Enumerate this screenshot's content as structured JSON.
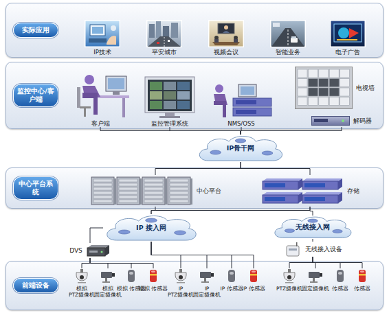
{
  "diagram": {
    "nodes": [
      {
        "text": [
          "实际应用"
        ]
      },
      {
        "text": [
          "IP技术"
        ],
        "in": 0
      },
      {
        "text": [
          "平安城市"
        ],
        "in": 0
      },
      {
        "text": [
          "视频会议"
        ],
        "in": 0
      },
      {
        "text": [
          "智能业务"
        ],
        "in": 0
      },
      {
        "text": [
          "电子广告"
        ],
        "in": 0
      },
      {
        "text": [
          "监控中心/客户端"
        ]
      },
      {
        "text": [
          "客户端"
        ],
        "in": 6
      },
      {
        "text": [
          "监控管理系统"
        ],
        "in": 6
      },
      {
        "text": [
          "NMS/OSS"
        ],
        "in": 6
      },
      {
        "text": [
          "电视墙"
        ],
        "in": 6
      },
      {
        "text": [
          "解码器"
        ],
        "in": 6
      },
      {
        "text": [
          "IP骨干网"
        ]
      },
      {
        "text": [
          "中心平台系统"
        ]
      },
      {
        "text": [
          "中心平台"
        ],
        "in": 13
      },
      {
        "text": [
          "存储"
        ],
        "in": 13
      },
      {
        "text": [
          "IP 接入网"
        ]
      },
      {
        "text": [
          "无线接入网"
        ]
      },
      {
        "text": [
          "DVS"
        ]
      },
      {
        "text": [
          "无线接入设备"
        ]
      },
      {
        "text": [
          "前端设备"
        ]
      },
      {
        "text": [
          "模拟 PTZ摄像机"
        ],
        "in": 20
      },
      {
        "text": [
          "模拟 固定摄像机"
        ],
        "in": 20
      },
      {
        "text": [
          "模拟 传感器"
        ],
        "in": 20
      },
      {
        "text": [
          "模拟 传感器"
        ],
        "in": 20
      },
      {
        "text": [
          "IP PTZ摄像机"
        ],
        "in": 20
      },
      {
        "text": [
          "IP 固定摄像机"
        ],
        "in": 20
      },
      {
        "text": [
          "IP 传感器"
        ],
        "in": 20
      },
      {
        "text": [
          "IP 传感器"
        ],
        "in": 20
      },
      {
        "text": [
          "PTZ摄像机"
        ],
        "in": 20
      },
      {
        "text": [
          "固定摄像机"
        ],
        "in": 20
      },
      {
        "text": [
          "传感器"
        ],
        "in": 20
      },
      {
        "text": [
          "传感器"
        ],
        "in": 20
      }
    ],
    "edges": [
      {
        "from": 7,
        "to": 12,
        "arrow": "none"
      },
      {
        "from": 8,
        "to": 12,
        "arrow": "none"
      },
      {
        "from": 9,
        "to": 12,
        "arrow": "none"
      },
      {
        "from": 11,
        "to": 12,
        "arrow": "none"
      },
      {
        "from": 12,
        "to": 14,
        "arrow": "none"
      },
      {
        "from": 12,
        "to": 15,
        "arrow": "none"
      },
      {
        "from": 14,
        "to": 16,
        "arrow": "none"
      },
      {
        "from": 15,
        "to": 16,
        "arrow": "none"
      },
      {
        "from": 15,
        "to": 17,
        "arrow": "none"
      },
      {
        "from": 16,
        "to": 18,
        "arrow": "none"
      },
      {
        "from": 16,
        "to": 25,
        "arrow": "none"
      },
      {
        "from": 16,
        "to": 26,
        "arrow": "none"
      },
      {
        "from": 16,
        "to": 27,
        "arrow": "none"
      },
      {
        "from": 16,
        "to": 28,
        "arrow": "none"
      },
      {
        "from": 18,
        "to": 21,
        "arrow": "none"
      },
      {
        "from": 18,
        "to": 22,
        "arrow": "none"
      },
      {
        "from": 18,
        "to": 23,
        "arrow": "none"
      },
      {
        "from": 18,
        "to": 24,
        "arrow": "none"
      },
      {
        "from": 17,
        "to": 19,
        "arrow": "none"
      },
      {
        "from": 19,
        "to": 29,
        "arrow": "none"
      },
      {
        "from": 19,
        "to": 30,
        "arrow": "none"
      },
      {
        "from": 19,
        "to": 31,
        "arrow": "none"
      },
      {
        "from": 19,
        "to": 32,
        "arrow": "none"
      }
    ]
  }
}
